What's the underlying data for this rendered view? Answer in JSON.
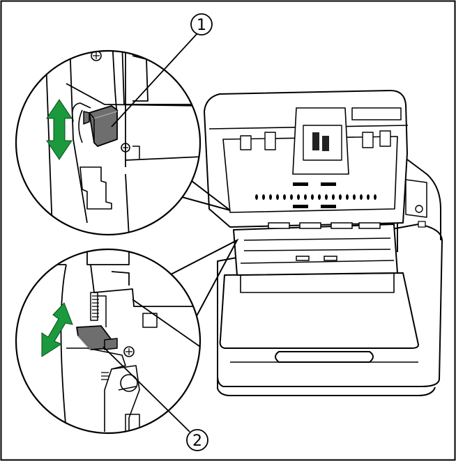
{
  "figure": {
    "callouts": [
      {
        "number": "1",
        "label": "①"
      },
      {
        "number": "2",
        "label": "②"
      }
    ],
    "colors": {
      "arrow": "#1a9a3c",
      "part": "#6e6e6e",
      "outline": "#000000",
      "background": "#ffffff",
      "hatch": "#9a9a9a"
    },
    "icons": {
      "arrow": "double-headed-arrow",
      "screw": "screw-head-icon"
    }
  }
}
